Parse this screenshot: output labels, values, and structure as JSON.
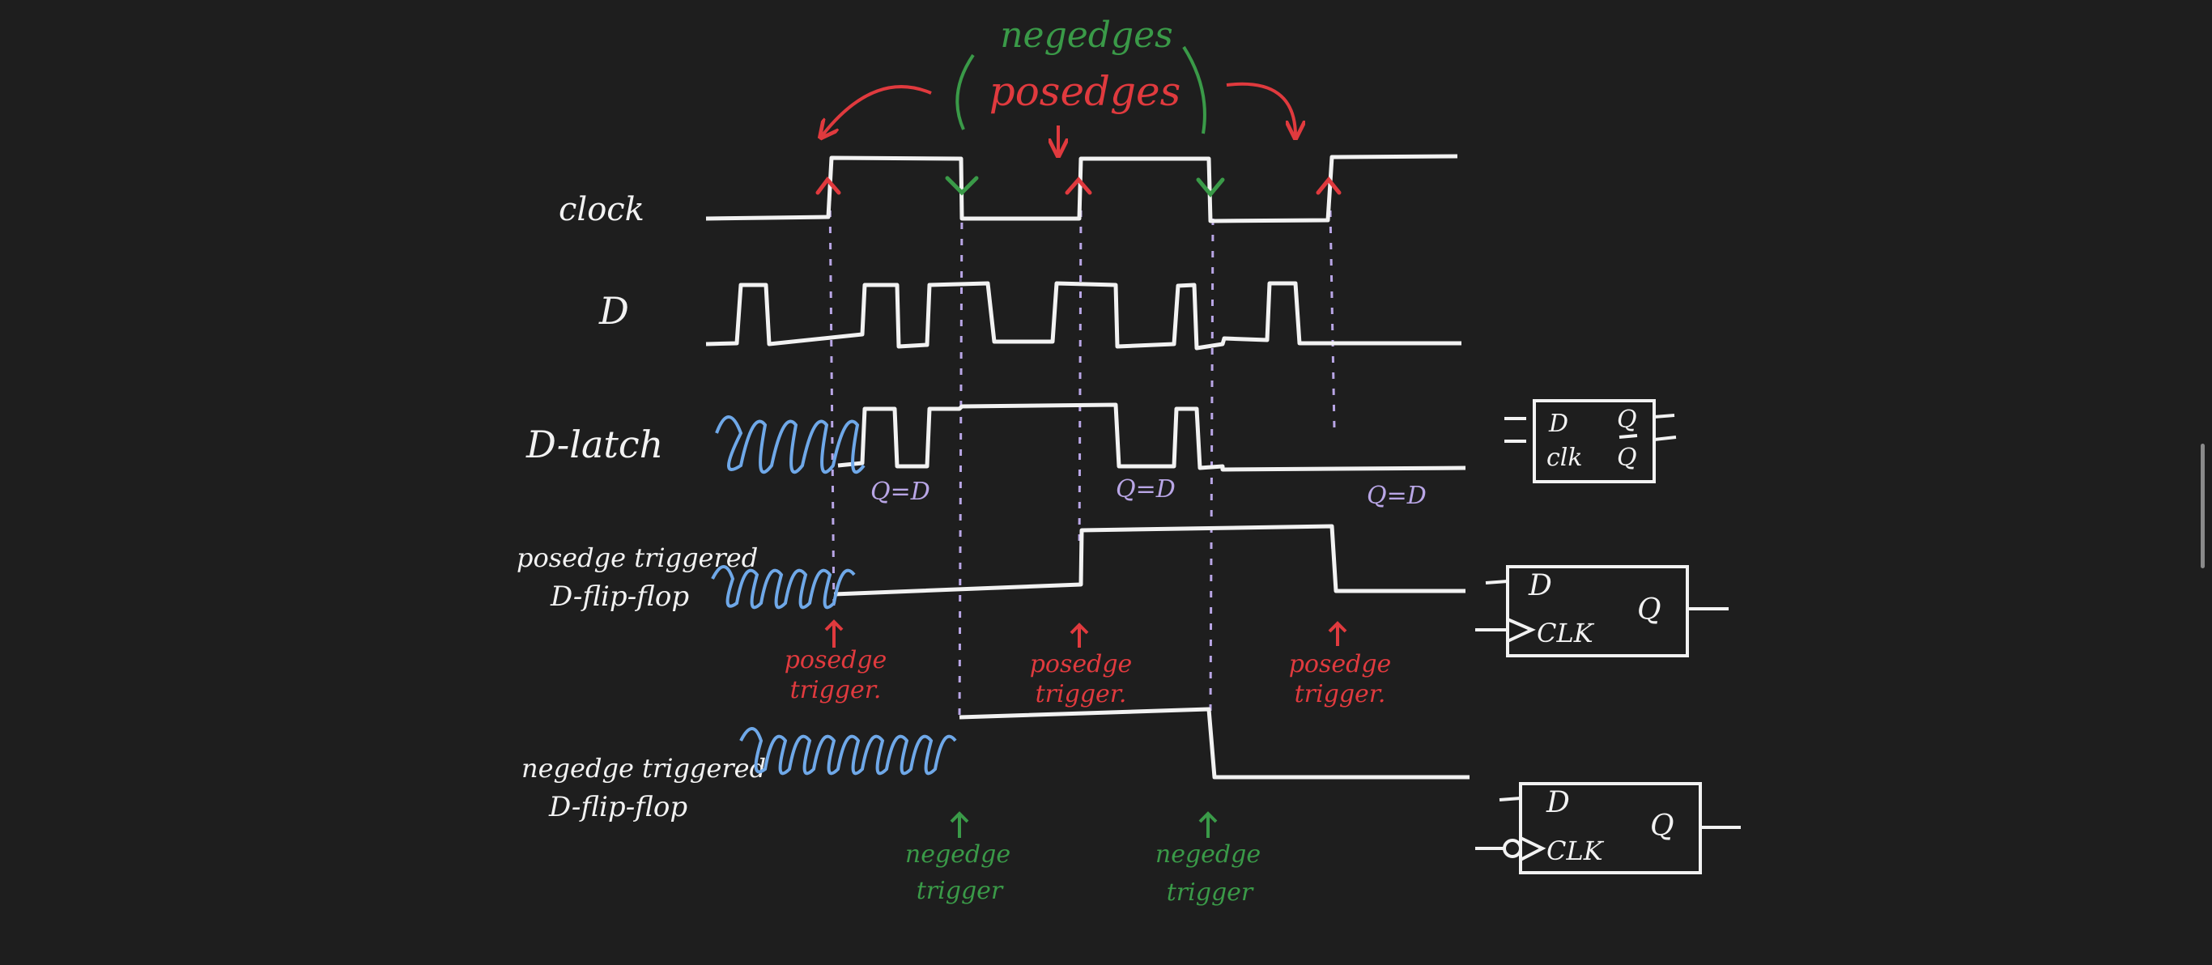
{
  "colors": {
    "background": "#1e1e1e",
    "ink": "#f2f2f2",
    "posedge": "#e03a3e",
    "negedge": "#3a9a48",
    "dashed": "#b9a6e6",
    "scribble": "#6fa8e8"
  },
  "header": {
    "negedges_label": "negedges",
    "posedges_label": "posedges"
  },
  "signals": {
    "clock": "clock",
    "d": "D",
    "d_latch": "D-latch",
    "posedge_ff_line1": "posedge triggered",
    "posedge_ff_line2": "D-flip-flop",
    "negedge_ff_line1": "negedge triggered",
    "negedge_ff_line2": "D-flip-flop"
  },
  "latch_notes": [
    "Q=D",
    "Q=D",
    "Q=D"
  ],
  "triggers": {
    "posedge_line1": "posedge",
    "posedge_line2": "trigger.",
    "negedge_line1": "negedge",
    "negedge_line2": "trigger"
  },
  "symbols": {
    "latch": {
      "d": "D",
      "q": "Q",
      "clk": "clk",
      "qbar": "Q"
    },
    "pos_ff": {
      "d": "D",
      "clk": "CLK",
      "q": "Q"
    },
    "neg_ff": {
      "d": "D",
      "clk": "CLK",
      "q": "Q"
    }
  }
}
